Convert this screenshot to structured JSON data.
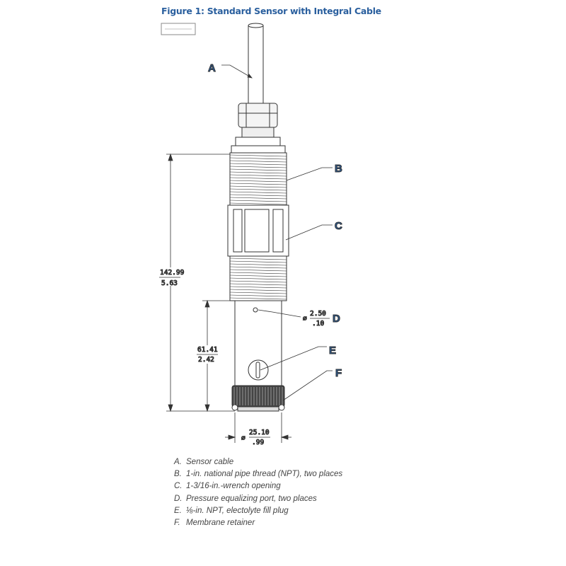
{
  "figure": {
    "title": "Figure 1: Standard Sensor with Integral Cable"
  },
  "callouts": {
    "a": "A",
    "b": "B",
    "c": "C",
    "d": "D",
    "e": "E",
    "f": "F"
  },
  "dimensions": {
    "overall_length": {
      "mm": "142.99",
      "in": "5.63"
    },
    "lower_body_length": {
      "mm": "61.41",
      "in": "2.42"
    },
    "port_diameter": {
      "mm": "2.50",
      "in": ".10",
      "symbol": "⌀"
    },
    "body_diameter": {
      "mm": "25.10",
      "in": ".99",
      "symbol": "⌀"
    }
  },
  "legend": [
    {
      "key": "A.",
      "text": "Sensor cable"
    },
    {
      "key": "B.",
      "text": "1-in. national pipe thread (NPT), two places"
    },
    {
      "key": "C.",
      "text": "1-3/16-in.-wrench opening"
    },
    {
      "key": "D.",
      "text": "Pressure equalizing port, two places"
    },
    {
      "key": "E.",
      "text": "⅛-in. NPT, electolyte fill plug"
    },
    {
      "key": "F.",
      "text": "Membrane retainer"
    }
  ],
  "colors": {
    "accent": "#2a5f9e",
    "line": "#333333"
  }
}
